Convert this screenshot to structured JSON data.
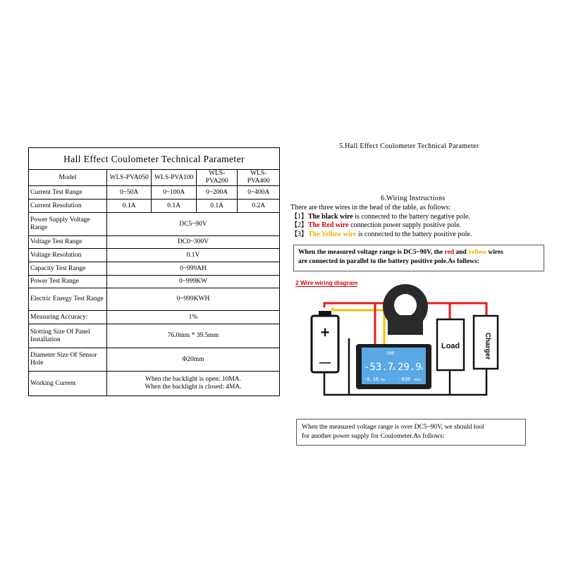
{
  "table": {
    "title": "Hall Effect Coulometer Technical Parameter",
    "header": {
      "label": "Model",
      "models": [
        "WLS-PVA050",
        "WLS-PVA100",
        "WLS-PVA200",
        "WLS-PVA400"
      ]
    },
    "rows_multi": [
      {
        "label": "Current Test Range",
        "values": [
          "0~50A",
          "0~100A",
          "0~200A",
          "0~400A"
        ]
      },
      {
        "label": "Current Resolution",
        "values": [
          "0.1A",
          "0.1A",
          "0.1A",
          "0.2A"
        ]
      }
    ],
    "rows_single": [
      {
        "label": "Power Supply Voltage Range",
        "value": "DC5~90V"
      },
      {
        "label": "Voltage Test Range",
        "value": "DC0~300V"
      },
      {
        "label": "Voltage Resolution",
        "value": "0.1V"
      },
      {
        "label": "Capacity Test Range",
        "value": "0~999AH"
      },
      {
        "label": "Power Test Range",
        "value": "0~999KW"
      },
      {
        "label": "Electric Energy Test Range",
        "value": "0~999KWH"
      },
      {
        "label": "Measuring Accuracy:",
        "value": "1%"
      },
      {
        "label": "Slotting Size Of Panel Installation",
        "value": "76.0mm * 39.5mm"
      },
      {
        "label": "Diameter Size Of Sensor Hole",
        "value": "Φ20mm"
      }
    ],
    "working_current": {
      "label": "Working Current",
      "line1": "When the backlight is open: 10MA.",
      "line2": "When the backlight is closed: 4MA."
    }
  },
  "section5": {
    "title": "5.Hall Effect Coulometer Technical Parameter"
  },
  "section6": {
    "title": "6.Wiring Instructions",
    "intro": "There are three wires in the head of the table, as follows:",
    "items": [
      {
        "num": "【1】",
        "wire": "The black wire",
        "rest": " is connected to the battery negative pole.",
        "color": "#000000"
      },
      {
        "num": "【2】",
        "wire": "The Red wire",
        "rest": " connection power supply positive pole.",
        "color": "#d40000"
      },
      {
        "num": "【3】",
        "wire": "The Yellow wire",
        "rest": " is connected to the battery positive pole.",
        "color": "#e8b400"
      }
    ]
  },
  "box1": {
    "line1_a": "When the measured voltage range is DC5~90V, the ",
    "red": "red",
    "and": " and ",
    "yellow": "yellow",
    "line1_b": " wires",
    "line2": "are connected in parallel to the battery positive pole.As follows:"
  },
  "diagram": {
    "label": "2 Wire wiring diagram",
    "load_label": "Load",
    "charger_label": "Charger",
    "battery_plus": "+",
    "battery_minus": "—",
    "lcd": {
      "top_value": "100",
      "current": "-53.7",
      "current_unit": "A",
      "voltage": "29.9",
      "voltage_unit": "V",
      "bottom_left": "-0.16",
      "bottom_left_unit": "kw",
      "bottom_right": "-030",
      "bottom_right_unit": "min"
    },
    "colors": {
      "red": "#e31e1e",
      "black": "#111111",
      "yellow": "#f0c400",
      "lcd_bg": "#5aa8e6"
    }
  },
  "box2": {
    "line1": "When the measured voltage range is over DC5~90V, we should  lool",
    "line2": "for another power supply for Coulometer.As follows:"
  }
}
